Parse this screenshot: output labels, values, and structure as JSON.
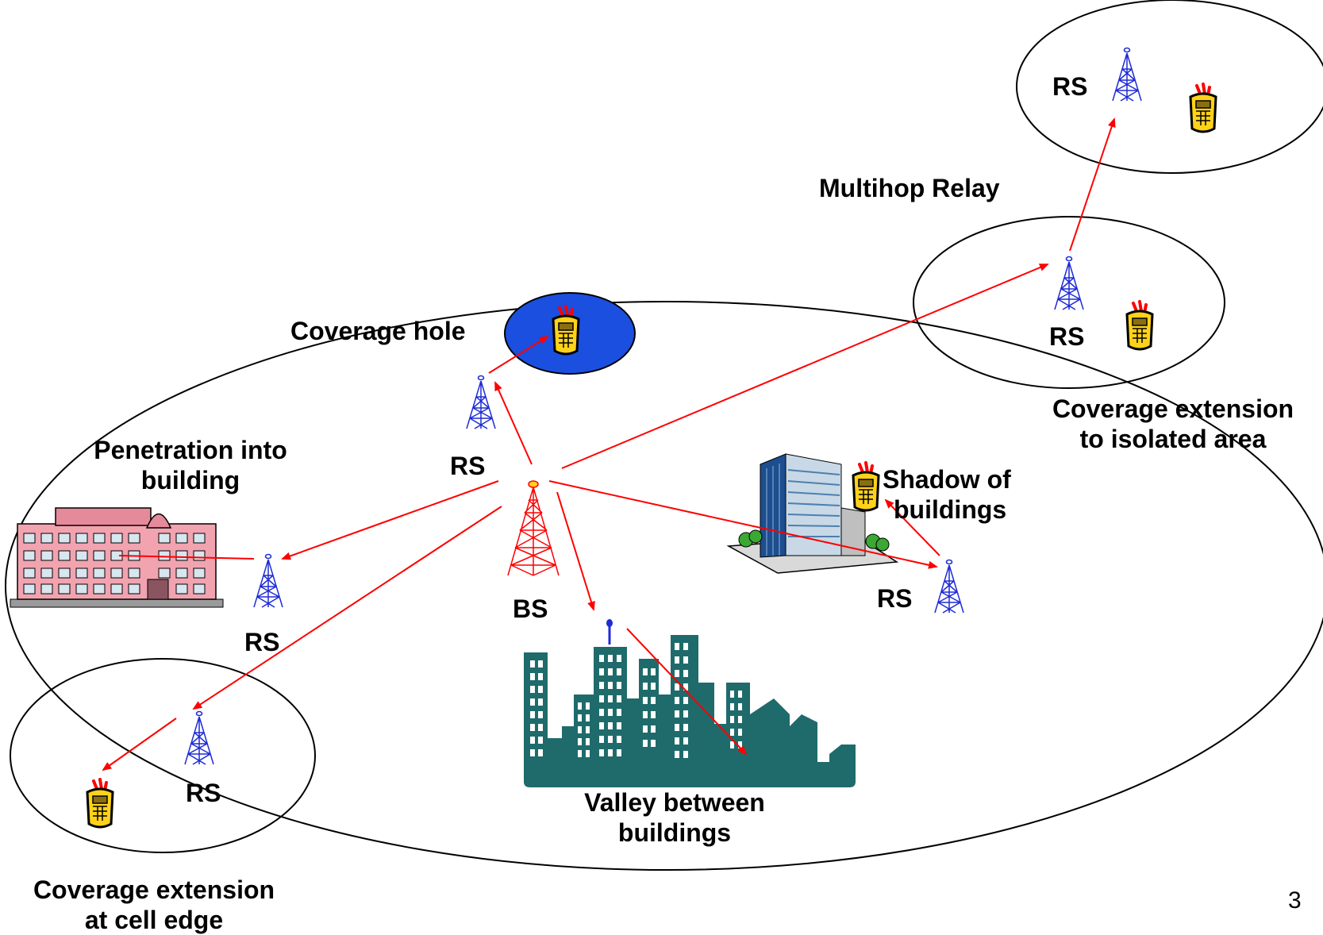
{
  "labels": {
    "coverage_hole": "Coverage hole",
    "multihop_relay": "Multihop Relay",
    "penetration_line1": "Penetration into",
    "penetration_line2": "building",
    "shadow_line1": "Shadow of",
    "shadow_line2": "buildings",
    "isolated_line1": "Coverage extension",
    "isolated_line2": "to isolated area",
    "valley_line1": "Valley between",
    "valley_line2": "buildings",
    "cell_edge_line1": "Coverage extension",
    "cell_edge_line2": "at cell edge",
    "bs": "BS",
    "rs": "RS"
  },
  "page_number": "3",
  "colors": {
    "link_arrow": "#ff0000",
    "relay_tower": "#1f2bd6",
    "base_tower": "#ff0000",
    "coverage_hole_fill": "#1a4fe0",
    "city_skyline": "#1f6b6b",
    "phone_body": "#ffd21a",
    "office_building": "#f2a3b0",
    "glass_tower": "#4d7fb0"
  },
  "icons": [
    "relay-tower-icon",
    "base-station-tower-icon",
    "mobile-phone-icon",
    "office-building-icon",
    "glass-tower-icon",
    "city-skyline-icon"
  ]
}
